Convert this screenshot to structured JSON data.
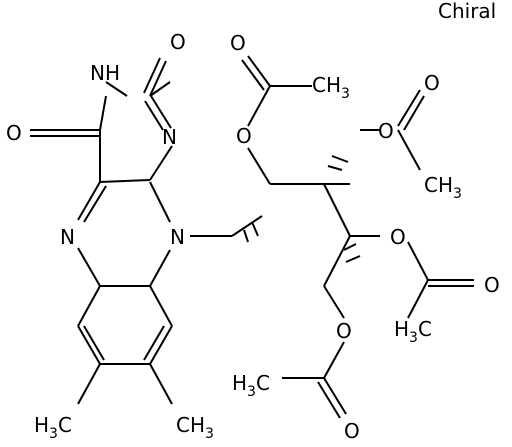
{
  "header": {
    "chiral_label": "Chiral"
  },
  "atoms": {
    "o_carbonyl_top": "O",
    "nh_n": "N",
    "nh_h": "H",
    "o_carbonyl_left": "O",
    "n_pyrimidine": "N",
    "n_pyrazine": "N",
    "n_ring_sub": "N",
    "o_ester1": "O",
    "o_ester1_carbonyl": "O",
    "o_ester2": "O",
    "o_ester2_carbonyl": "O",
    "o_ester3": "O",
    "o_ester3_carbonyl": "O",
    "o_ester4": "O",
    "o_ester4_carbonyl": "O"
  },
  "methyls": {
    "ester1": {
      "main": "CH",
      "sub": "3"
    },
    "ester2": {
      "main": "CH",
      "sub": "3"
    },
    "ester3": {
      "pre": "H",
      "sub": "3",
      "post": "C"
    },
    "ester4": {
      "pre": "H",
      "sub": "3",
      "post": "C"
    },
    "ring_left": {
      "pre": "H",
      "sub": "3",
      "post": "C"
    },
    "ring_right": {
      "main": "CH",
      "sub": "3"
    }
  },
  "colors": {
    "bond": "#000000",
    "background": "#ffffff"
  }
}
